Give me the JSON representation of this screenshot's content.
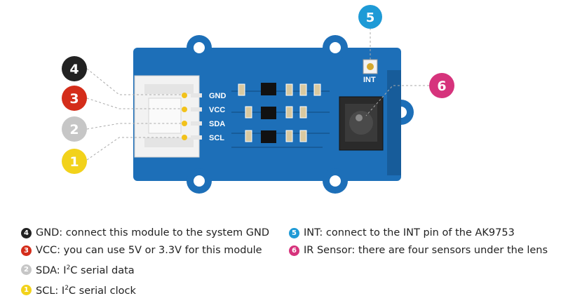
{
  "pin_labels": [
    "GND",
    "VCC",
    "SDA",
    "SCL"
  ],
  "int_label": "INT",
  "callouts": [
    {
      "num": "4",
      "color": "#222222"
    },
    {
      "num": "3",
      "color": "#d42d1a"
    },
    {
      "num": "2",
      "color": "#c6c6c6"
    },
    {
      "num": "1",
      "color": "#f2d21b"
    },
    {
      "num": "5",
      "color": "#1e9ad6"
    },
    {
      "num": "6",
      "color": "#d6337c"
    }
  ],
  "legend_left": [
    {
      "num": "4",
      "color": "#222222",
      "text": "GND: connect this module to the system GND"
    },
    {
      "num": "3",
      "color": "#d42d1a",
      "text": "VCC: you can use 5V or 3.3V for this module"
    },
    {
      "num": "2",
      "color": "#c6c6c6",
      "text_pre": "SDA: I",
      "sup": "2",
      "text_post": "C serial data"
    },
    {
      "num": "1",
      "color": "#f2d21b",
      "text_pre": "SCL: I",
      "sup": "2",
      "text_post": "C serial clock"
    }
  ],
  "legend_right": [
    {
      "num": "5",
      "color": "#1e9ad6",
      "text": "INT: connect to the INT pin of the AK9753"
    },
    {
      "num": "6",
      "color": "#d6337c",
      "text": "IR Sensor: there are four sensors under the lens"
    }
  ],
  "colors": {
    "board": "#1d6fb8",
    "board_dark": "#175c9a",
    "silk": "#ffffff",
    "connector": "#f2f2f2"
  }
}
